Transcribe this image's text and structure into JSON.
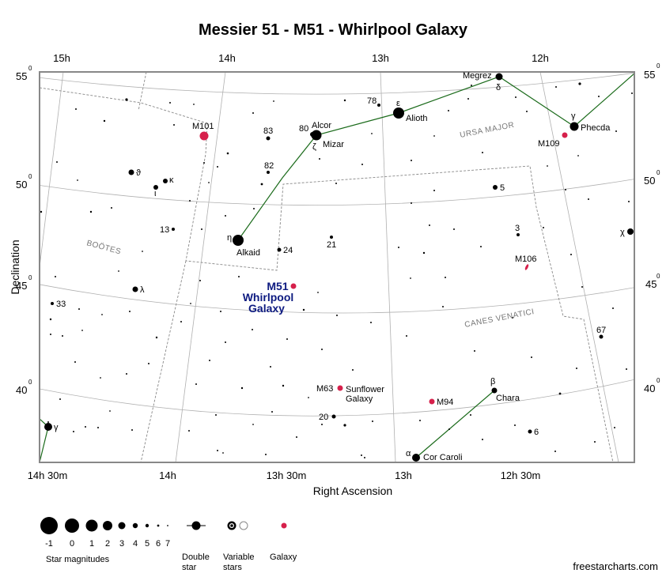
{
  "title": "Messier 51 - M51 - Whirlpool Galaxy",
  "source": "freestarcharts.com",
  "axes": {
    "xlabel": "Right Ascension",
    "ylabel": "Declination",
    "top_ra_labels": [
      "15h",
      "14h",
      "13h",
      "12h"
    ],
    "bottom_ra_labels": [
      "14h 30m",
      "14h",
      "13h 30m",
      "13h",
      "12h 30m"
    ],
    "dec_values": [
      "55",
      "50",
      "45",
      "40"
    ],
    "degree_mark": "0"
  },
  "constellations": {
    "ursa_major": "URSA MAJOR",
    "bootes": "BOÖTES",
    "canes_venatici": "CANES VENATICI"
  },
  "target": {
    "line1": "M51",
    "line2": "Whirlpool",
    "line3": "Galaxy",
    "color": "#0d1a80"
  },
  "star_labels": {
    "megrez": "Megrez",
    "delta": "δ",
    "gamma_uma": "γ",
    "phecda": "Phecda",
    "epsilon": "ε",
    "alioth": "Alioth",
    "n78": "78",
    "alcor": "Alcor",
    "n80": "80",
    "zeta": "ζ",
    "mizar": "Mizar",
    "n83": "83",
    "n82": "82",
    "eta": "η",
    "alkaid": "Alkaid",
    "n24": "24",
    "n21": "21",
    "n13": "13",
    "theta": "ϑ",
    "kappa": "κ",
    "iota": "ι",
    "lambda": "λ",
    "n33": "33",
    "gamma_boo": "γ",
    "n5": "5",
    "n3": "3",
    "chi": "χ",
    "n67": "67",
    "beta": "β",
    "chara": "Chara",
    "alpha": "α",
    "cor_caroli": "Cor Caroli",
    "n6": "6",
    "n20": "20"
  },
  "galaxies": {
    "m101": "M101",
    "m109": "M109",
    "m106": "M106",
    "m63": "M63",
    "sunflower1": "Sunflower",
    "sunflower2": "Galaxy",
    "m94": "M94"
  },
  "legend": {
    "magnitudes": [
      "-1",
      "0",
      "1",
      "2",
      "3",
      "4",
      "5",
      "6",
      "7"
    ],
    "magnitudes_caption": "Star magnitudes",
    "double_star_1": "Double",
    "double_star_2": "star",
    "variable_1": "Variable",
    "variable_2": "stars",
    "galaxy": "Galaxy"
  },
  "colors": {
    "frame": "#888888",
    "galaxy": "#d6204b",
    "figure_line": "#1b6b1b",
    "grid": "#b0b0b0",
    "boundary": "#888888",
    "constellation_label": "#777777"
  }
}
